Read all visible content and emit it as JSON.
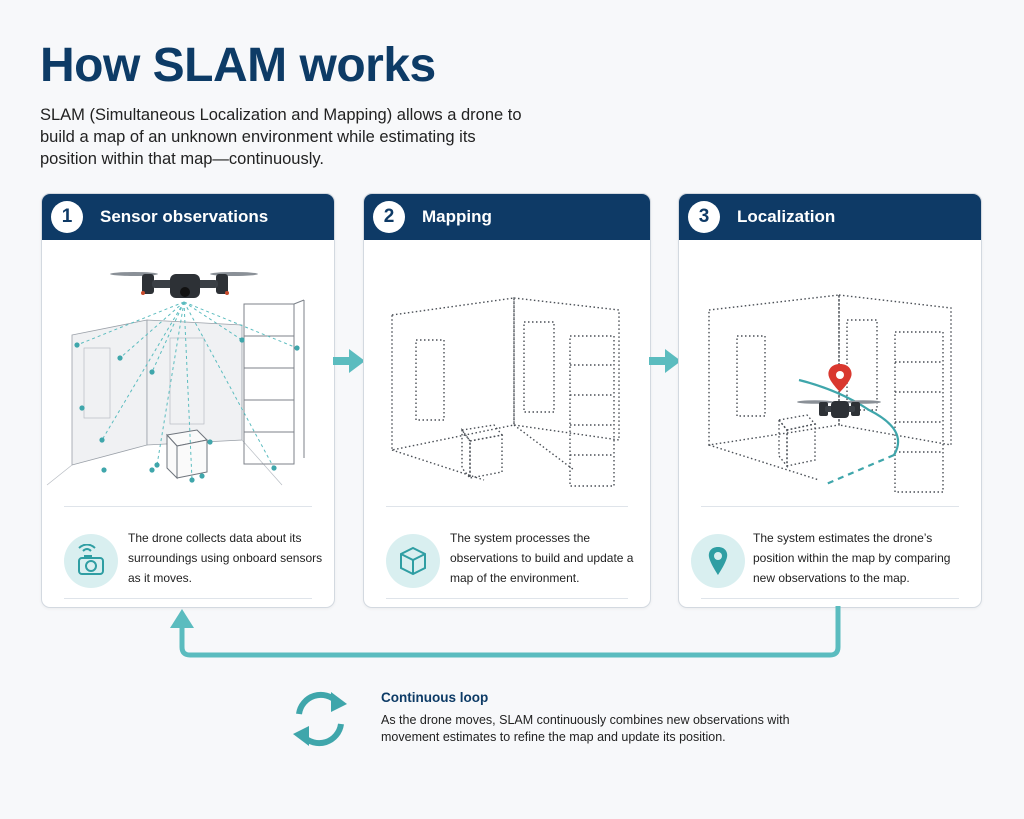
{
  "page": {
    "title": "How SLAM works",
    "intro": "SLAM (Simultaneous Localization and Mapping) allows a drone to build a map of an unknown environment while estimating its position within that map—continuously."
  },
  "steps": [
    {
      "number": "1",
      "title": "Sensor observations",
      "description": "The drone collects data about its surroundings using onboard sensors as it moves.",
      "icon": "camera-sensor-icon"
    },
    {
      "number": "2",
      "title": "Mapping",
      "description": "The system processes the observations to build and update a map of the environment.",
      "icon": "cube-map-icon"
    },
    {
      "number": "3",
      "title": "Localization",
      "description": "The system estimates the drone’s position within the map by comparing new observations to the map.",
      "icon": "location-pin-icon"
    }
  ],
  "loop": {
    "title": "Continuous loop",
    "description": "As the drone moves, SLAM continuously combines new observations with movement estimates to refine the map and update its position.",
    "icon": "refresh-cycle-icon"
  },
  "colors": {
    "header_bg": "#0e3a66",
    "title": "#0d3b66",
    "accent_teal": "#5bbcbf",
    "icon_bg": "#d9eff0",
    "pin_red": "#d9382f"
  }
}
